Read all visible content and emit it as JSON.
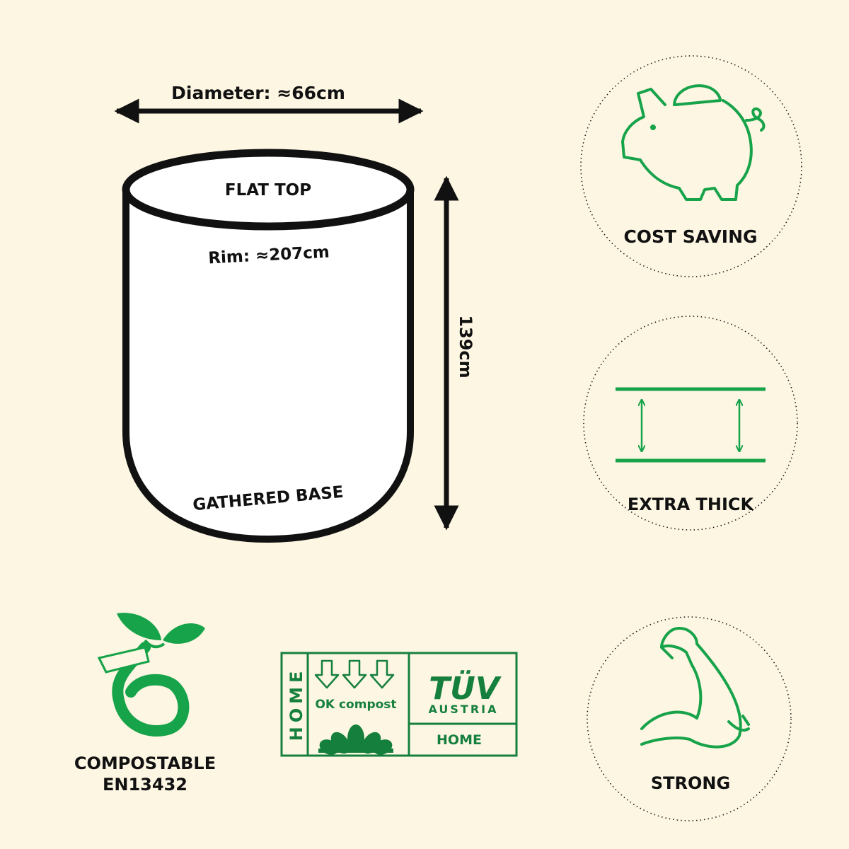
{
  "colors": {
    "background": "#fdf6e3",
    "outline": "#111111",
    "accent_green": "#17a34a",
    "dark_green": "#15803d"
  },
  "bag": {
    "diameter_label": "Diameter: ≈66cm",
    "top_label": "FLAT TOP",
    "rim_label": "Rim: ≈207cm",
    "base_label": "GATHERED BASE",
    "height_label": "139cm"
  },
  "features": [
    {
      "icon": "piggy-bank-icon",
      "label": "COST SAVING"
    },
    {
      "icon": "thickness-icon",
      "label": "EXTRA THICK"
    },
    {
      "icon": "flexed-arm-icon",
      "label": "STRONG"
    }
  ],
  "certifications": {
    "compostable": {
      "icon": "seedling-logo",
      "line1": "COMPOSTABLE",
      "line2": "EN13432"
    },
    "ok_compost": {
      "vertical_text": "HOME",
      "caption": "OK compost",
      "brand_name": "TÜV",
      "brand_sub": "AUSTRIA",
      "cert_label": "HOME"
    }
  }
}
